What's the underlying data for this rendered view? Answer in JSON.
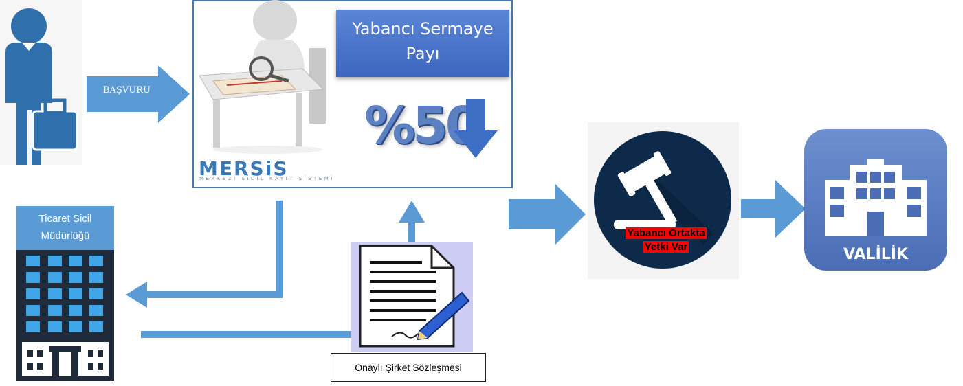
{
  "labels": {
    "basvuru": "BAŞVURU",
    "yabanci_sermaye": "Yabancı Sermaye Payı",
    "percent": "%50",
    "mersis_logo": "MERSiS",
    "mersis_subtitle": "MERKEZİ SİCİL KAYIT SİSTEMİ",
    "ticaret_sicil": "Ticaret Sicil Müdürlüğü",
    "onayli_sozlesme": "Onaylı Şirket Sözleşmesi",
    "yetki_line1": "Yabancı Ortakta",
    "yetki_line2": "Yetki Var",
    "valilik": "VALİLİK"
  },
  "colors": {
    "arrow_blue": "#5b9bd5",
    "box_blue": "#4472c4",
    "icon_blue": "#2f6fab",
    "gavel_circle": "#0d2a4a",
    "highlight_red": "#ff0000"
  },
  "icons": [
    "businessman-icon",
    "reviewer-figure-icon",
    "down-arrow-icon",
    "building-icon",
    "document-signature-icon",
    "gavel-icon",
    "government-building-icon"
  ]
}
